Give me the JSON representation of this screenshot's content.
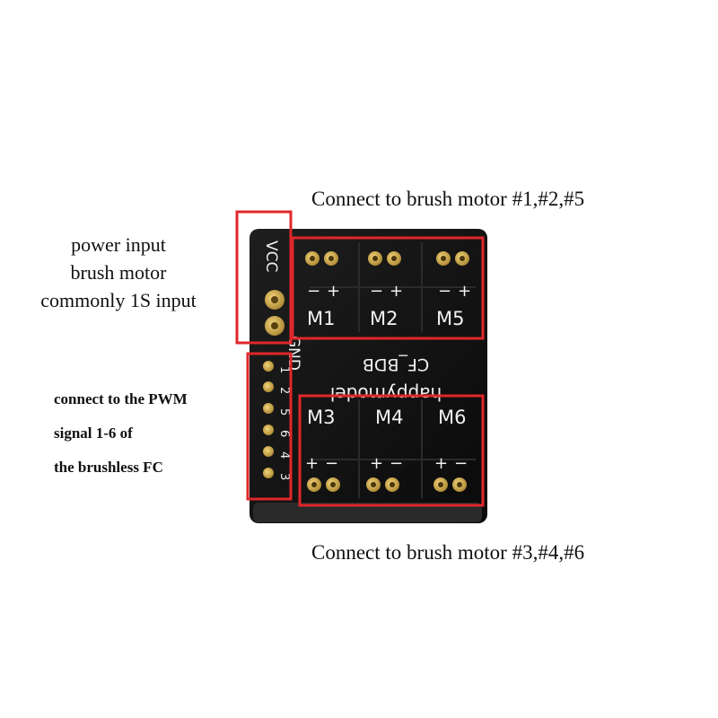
{
  "captions": {
    "top_motors": "Connect to brush motor #1,#2,#5",
    "bottom_motors": "Connect to brush motor #3,#4,#6",
    "power": [
      "power input",
      "brush motor",
      "commonly 1S input"
    ],
    "pwm": [
      "connect to the PWM",
      "signal 1-6 of",
      "the brushless FC"
    ]
  },
  "board": {
    "name": "CF_BDB",
    "brand": "happymodel",
    "power_labels": {
      "vcc": "VCC",
      "gnd": "GND"
    },
    "signal_pins": [
      "1",
      "2",
      "5",
      "6",
      "4",
      "3"
    ],
    "top_motors": [
      "M1",
      "M2",
      "M5"
    ],
    "bottom_motors": [
      "M3",
      "M4",
      "M6"
    ],
    "polarity_top": [
      "−",
      "+"
    ],
    "polarity_bottom": [
      "+",
      "−"
    ]
  },
  "colors": {
    "highlight": "#e0272b",
    "pcb": "#141414",
    "gold": "#c9a548",
    "silkscreen": "#f2f2f2"
  }
}
